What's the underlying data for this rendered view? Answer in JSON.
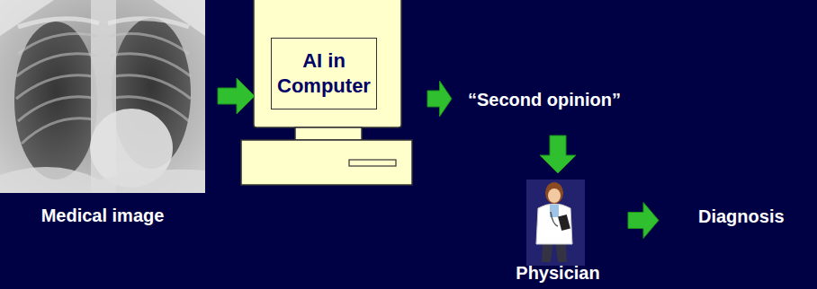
{
  "diagram": {
    "nodes": [
      {
        "text": [
          "Medical image"
        ]
      },
      {
        "text": [
          "AI in Computer"
        ]
      },
      {
        "text": [
          "“Second opinion”"
        ]
      },
      {
        "text": [
          "Physician"
        ]
      },
      {
        "text": [
          "Diagnosis"
        ]
      }
    ],
    "edges": [
      {
        "from": 0,
        "to": 1,
        "arrow": "to"
      },
      {
        "from": 1,
        "to": 2,
        "arrow": "to"
      },
      {
        "from": 2,
        "to": 3,
        "arrow": "to"
      },
      {
        "from": 3,
        "to": 4,
        "arrow": "to"
      }
    ]
  }
}
